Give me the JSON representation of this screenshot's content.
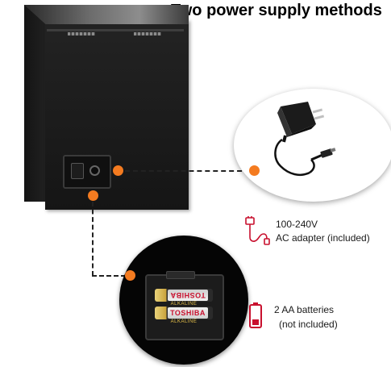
{
  "title": "Two power supply methods",
  "adapter": {
    "line1": "100-240V",
    "line2": "AC  adapter  (included)",
    "icon": "power-plug-icon"
  },
  "battery": {
    "line1": "2 AA batteries",
    "line2": "(not included)",
    "icon": "battery-low-icon",
    "brand": "TOSHIBA",
    "type": "ALKALINE"
  },
  "colors": {
    "accent_dot": "#f47b20",
    "icon_red": "#c8102e"
  }
}
